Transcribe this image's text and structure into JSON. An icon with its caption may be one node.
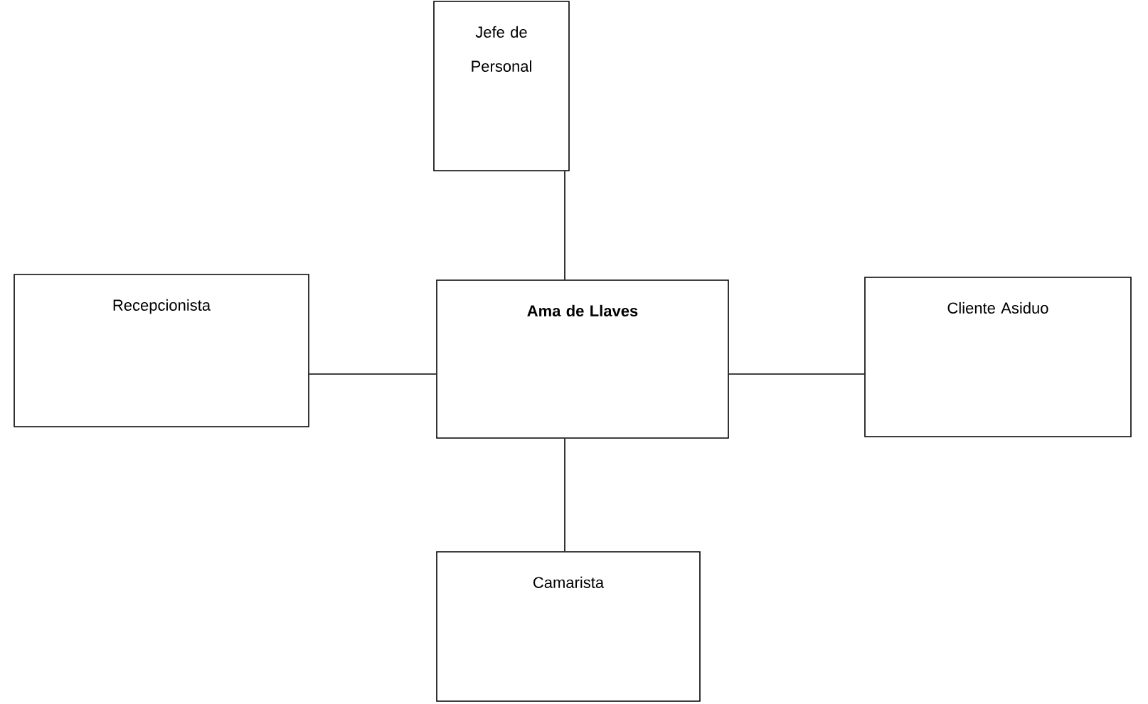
{
  "diagram": {
    "nodes": [
      {
        "text": [
          "Jefe de Personal"
        ]
      },
      {
        "text": [
          "Recepcionista"
        ]
      },
      {
        "text": [
          "**Ama de Llaves**"
        ]
      },
      {
        "text": [
          "Cliente Asiduo"
        ]
      },
      {
        "text": [
          "Camarista"
        ]
      }
    ],
    "edges": [
      {
        "from": 0,
        "to": 2,
        "arrow": "none"
      },
      {
        "from": 1,
        "to": 2,
        "arrow": "none"
      },
      {
        "from": 2,
        "to": 3,
        "arrow": "none"
      },
      {
        "from": 2,
        "to": 4,
        "arrow": "none"
      }
    ]
  }
}
